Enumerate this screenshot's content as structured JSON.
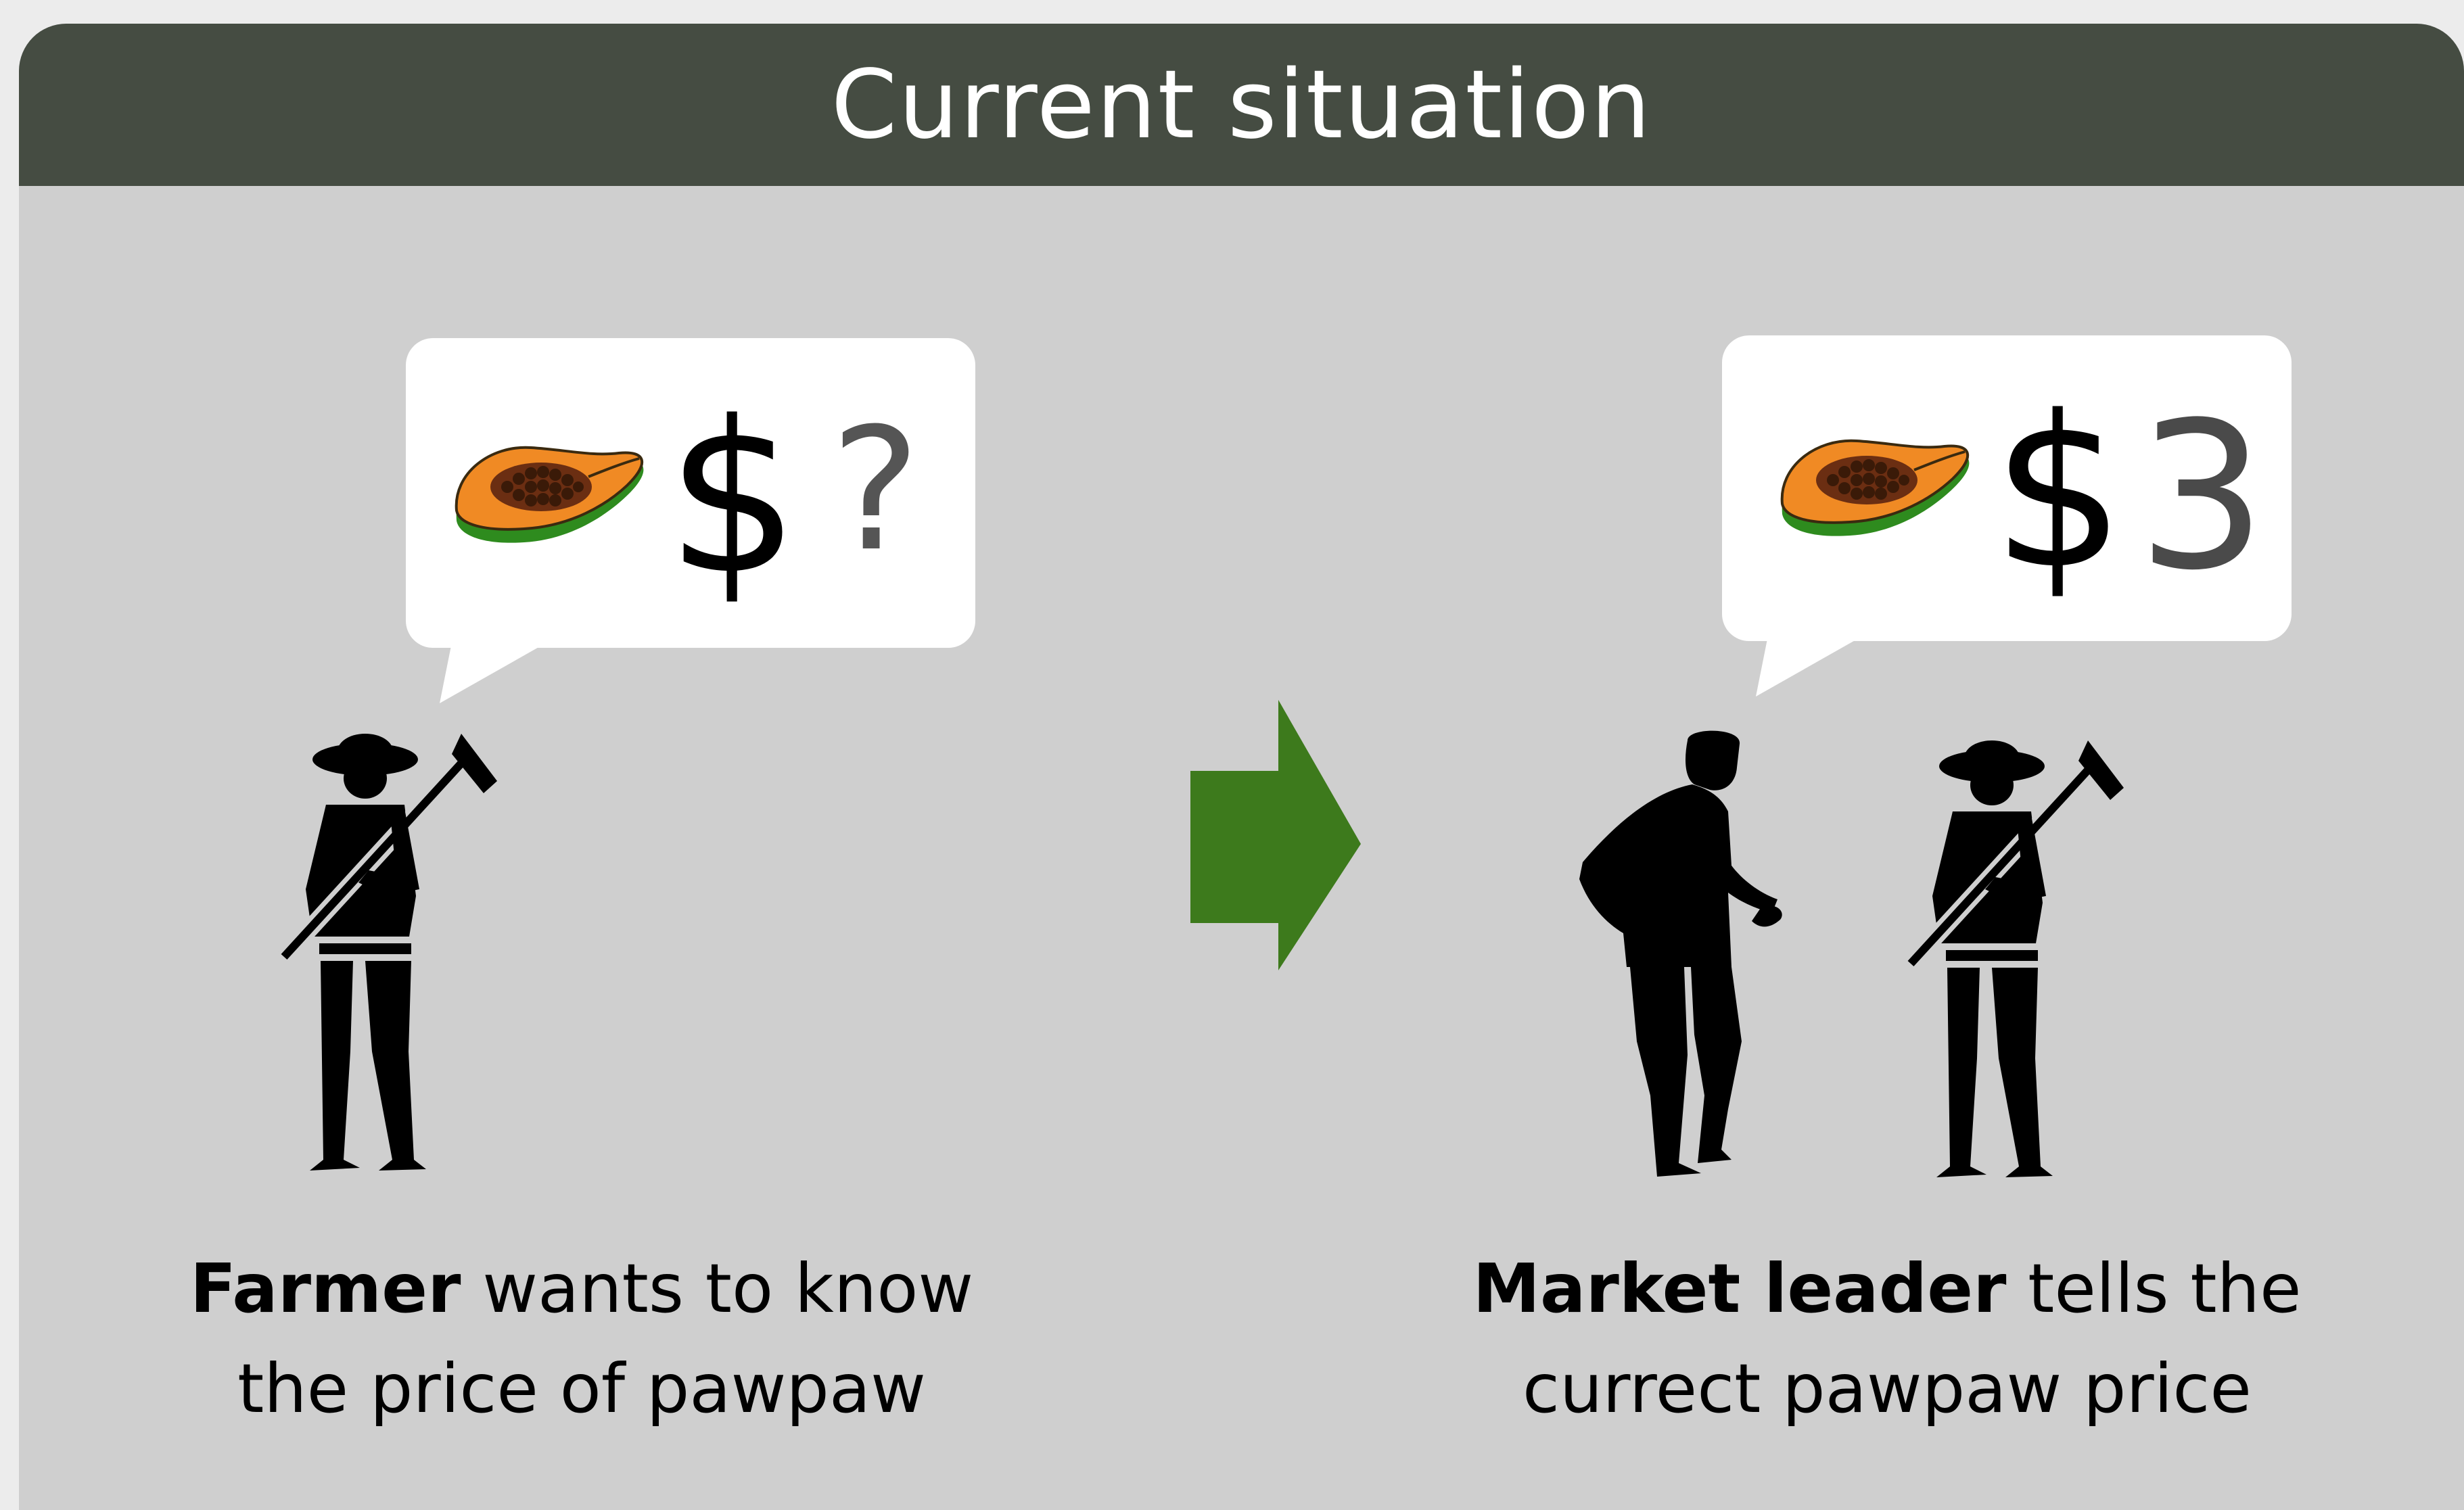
{
  "header": {
    "title": "Current situation",
    "background_color": "#454c42"
  },
  "left_scene": {
    "bubble": {
      "icon": "pawpaw-icon",
      "currency": "$",
      "value": "?"
    },
    "figure": "farmer-with-hoe-icon",
    "caption": {
      "bold": "Farmer",
      "line1_rest": " wants to know",
      "line2": "the price of pawpaw"
    }
  },
  "arrow": {
    "icon": "right-arrow-icon",
    "color": "#3d7a1c"
  },
  "right_scene": {
    "bubble": {
      "icon": "pawpaw-icon",
      "currency": "$",
      "value": "3"
    },
    "figures": [
      "market-leader-icon",
      "farmer-with-hoe-icon"
    ],
    "caption": {
      "bold": "Market leader",
      "line1_rest": " tells the",
      "line2": "currect pawpaw price"
    }
  },
  "colors": {
    "panel": "#cfcfcf",
    "bubble": "#ffffff",
    "pawpaw_flesh": "#f08a24",
    "pawpaw_skin": "#2e8b1e",
    "silhouette": "#000000"
  }
}
